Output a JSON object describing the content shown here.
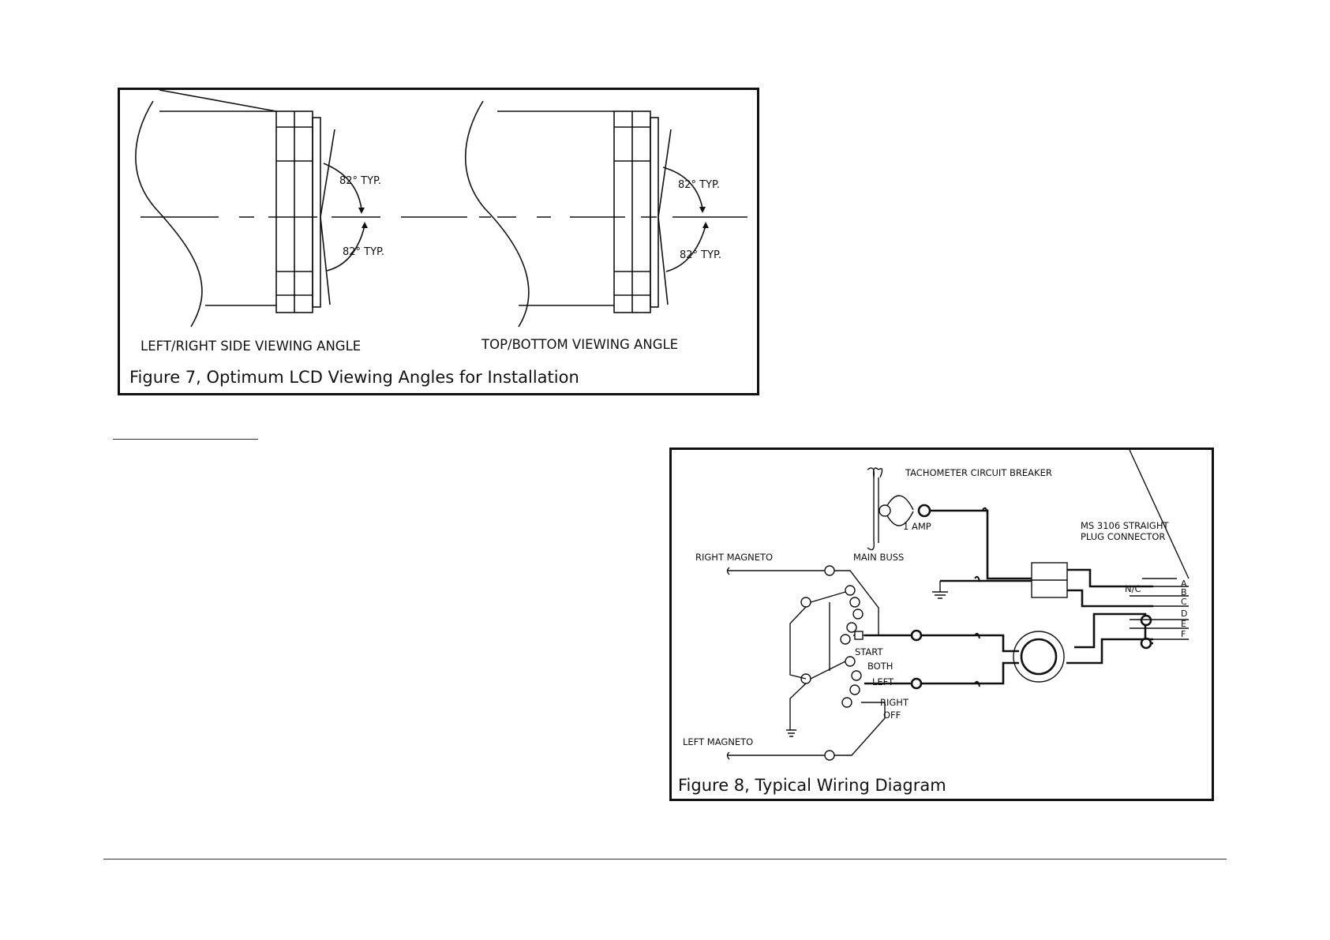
{
  "figure7": {
    "caption": "Figure 7, Optimum LCD Viewing Angles for Installation",
    "left_view_label": "LEFT/RIGHT SIDE VIEWING ANGLE",
    "right_view_label": "TOP/BOTTOM VIEWING ANGLE",
    "angle_label": "82° TYP."
  },
  "figure8": {
    "caption": "Figure 8, Typical Wiring Diagram",
    "breaker_label": "TACHOMETER CIRCUIT BREAKER",
    "amp_label": "1 AMP",
    "main_buss_label": "MAIN BUSS",
    "connector_label_1": "MS 3106 STRAIGHT",
    "connector_label_2": "PLUG CONNECTOR",
    "right_magneto_label": "RIGHT MAGNETO",
    "left_magneto_label": "LEFT MAGNETO",
    "nc_label": "N/C",
    "pins": [
      "A",
      "B",
      "C",
      "D",
      "E",
      "F"
    ],
    "switch_positions": [
      "START",
      "BOTH",
      "LEFT",
      "RIGHT",
      "OFF"
    ]
  }
}
